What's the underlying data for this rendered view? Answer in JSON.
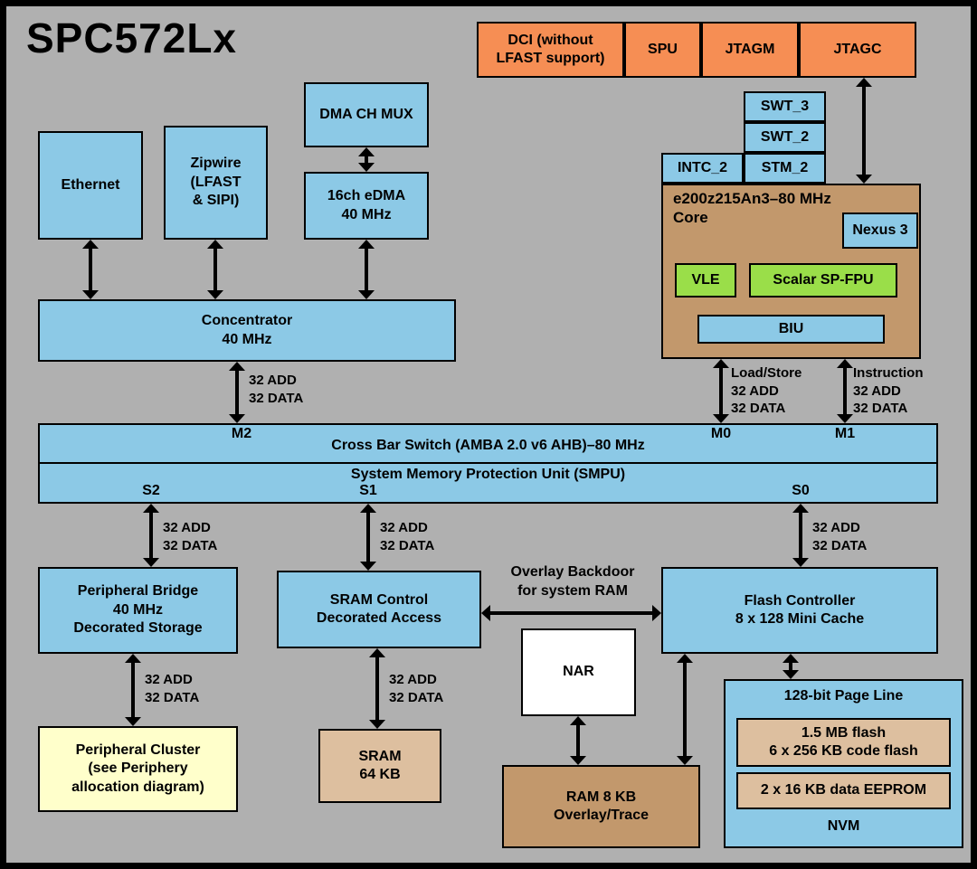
{
  "title": "SPC572Lx",
  "colors": {
    "background": "#B0B0B0",
    "blue": "#8CC9E6",
    "orange": "#F68E54",
    "tan_dark": "#C2986C",
    "tan_light": "#DDBF9F",
    "green": "#9ADE49",
    "yellow": "#FFFFCB",
    "white": "#FFFFFF",
    "border": "#000000"
  },
  "boxes": {
    "dci": "DCI (without\nLFAST support)",
    "spu": "SPU",
    "jtagm": "JTAGM",
    "jtagc": "JTAGC",
    "swt3": "SWT_3",
    "swt2": "SWT_2",
    "intc2": "INTC_2",
    "stm2": "STM_2",
    "core_title": "e200z215An3–80 MHz\nCore",
    "nexus3": "Nexus 3",
    "vle": "VLE",
    "sp_fpu": "Scalar SP-FPU",
    "biu": "BIU",
    "ethernet": "Ethernet",
    "zipwire": "Zipwire\n(LFAST\n& SIPI)",
    "dma_ch_mux": "DMA CH MUX",
    "edma": "16ch eDMA\n40 MHz",
    "concentrator": "Concentrator\n40 MHz",
    "crossbar": "Cross Bar Switch (AMBA 2.0 v6 AHB)–80 MHz",
    "smpu": "System Memory Protection Unit (SMPU)",
    "peripheral_bridge": "Peripheral Bridge\n40 MHz\nDecorated Storage",
    "sram_control": "SRAM Control\nDecorated Access",
    "flash_controller": "Flash Controller\n8 x 128 Mini Cache",
    "nar": "NAR",
    "ram8kb": "RAM 8 KB\nOverlay/Trace",
    "sram64kb": "SRAM\n64 KB",
    "peripheral_cluster": "Peripheral Cluster\n(see Periphery\nallocation diagram)",
    "page_line": "128-bit Page Line",
    "code_flash": "1.5 MB flash\n6 x 256 KB code flash",
    "eeprom": "2 x 16 KB data EEPROM",
    "nvm": "NVM"
  },
  "ports": {
    "m2": "M2",
    "m0": "M0",
    "m1": "M1",
    "s2": "S2",
    "s1": "S1",
    "s0": "S0"
  },
  "bus": {
    "add_data": "32 ADD\n32 DATA",
    "load_store": "Load/Store\n32 ADD\n32 DATA",
    "instruction": "Instruction\n32 ADD\n32 DATA",
    "overlay": "Overlay Backdoor\nfor system RAM"
  }
}
